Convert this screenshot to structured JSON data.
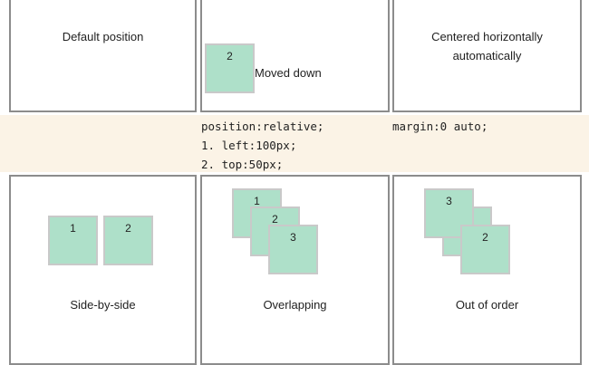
{
  "panels": {
    "default": {
      "label": "Default position"
    },
    "moved": {
      "label": "Moved down",
      "box": "2"
    },
    "centered": {
      "line1": "Centered horizontally",
      "line2": "automatically"
    },
    "side_by_side": {
      "label": "Side-by-side",
      "boxes": [
        "1",
        "2"
      ]
    },
    "overlapping": {
      "label": "Overlapping",
      "boxes": [
        "1",
        "2",
        "3"
      ]
    },
    "out_of_order": {
      "label": "Out of order",
      "boxes": [
        "3",
        "2"
      ]
    }
  },
  "code": {
    "relative": [
      "position:relative;",
      "1. left:100px;",
      "2. top:50px;"
    ],
    "margin": "margin:0 auto;"
  }
}
